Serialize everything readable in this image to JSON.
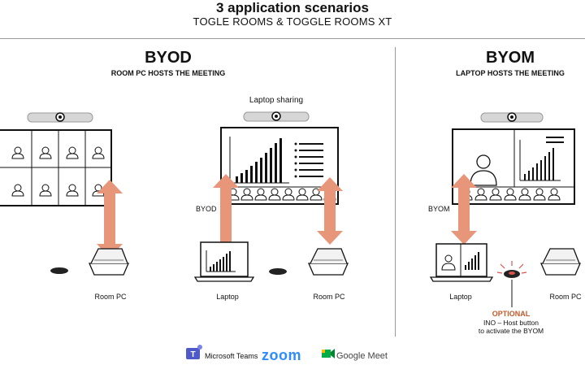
{
  "header": {
    "title": "3 application scenarios",
    "subtitle": "TOGLE ROOMS & TOGGLE ROOMS XT"
  },
  "byod": {
    "title": "BYOD",
    "subtitle": "ROOM PC HOSTS THE MEETING",
    "laptop_sharing": "Laptop sharing",
    "arrow_label": "BYOD",
    "captions": [
      "Room PC",
      "Laptop",
      "Room PC"
    ]
  },
  "byom": {
    "title": "BYOM",
    "subtitle": "LAPTOP HOSTS THE MEETING",
    "arrow_label": "BYOM",
    "captions": [
      "Laptop",
      "Room PC"
    ],
    "optional_label": "OPTIONAL",
    "optional_desc_line1": "INO – Host button",
    "optional_desc_line2": "to activate the BYOM"
  },
  "logos": {
    "teams": "Microsoft Teams",
    "zoom": "zoom",
    "meet": "Google Meet"
  },
  "colors": {
    "arrow": "#e8967a",
    "zoom": "#2D8CFF",
    "teams": "#5059C9",
    "optional": "#c25a2b",
    "button_light": "#d9534f"
  }
}
